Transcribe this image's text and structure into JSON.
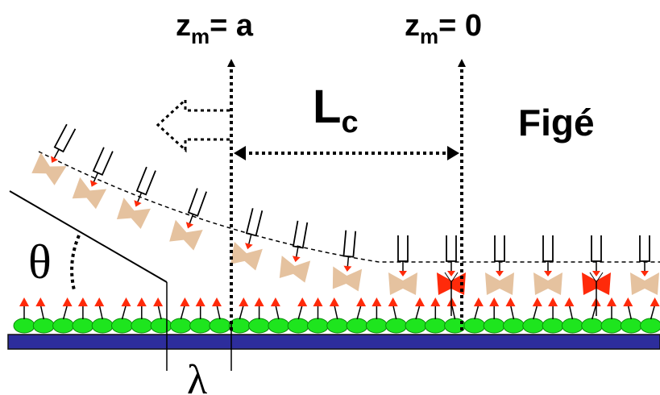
{
  "labels": {
    "zm_a": {
      "main": "z",
      "sub": "m",
      "rest": "= a"
    },
    "zm_0": {
      "main": "z",
      "sub": "m",
      "rest": "= 0"
    },
    "lc": {
      "main": "L",
      "sub": "c"
    },
    "fige": "Figé",
    "theta": "θ",
    "lambda": "λ"
  },
  "colors": {
    "substrate": "#2d2d9c",
    "receptor": "#1ee51e",
    "receptor_stroke": "#0a8a0a",
    "ligand_arrow": "#ff2a0a",
    "motor_inactive": "#e5c29f",
    "motor_active": "#ff2a0a",
    "filament_line": "#000000"
  }
}
